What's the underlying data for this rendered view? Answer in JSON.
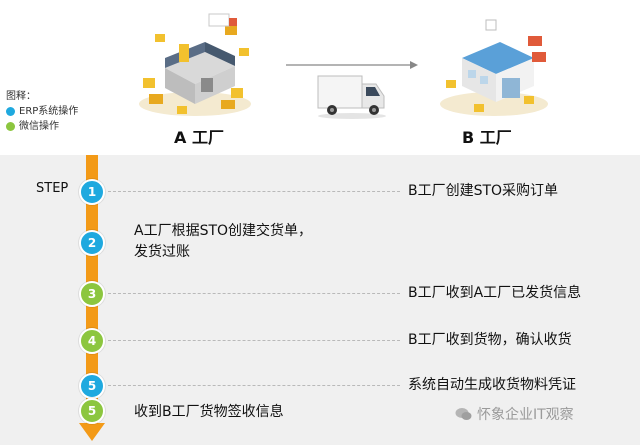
{
  "legend": {
    "title": "图释：",
    "items": [
      {
        "label": "ERP系统操作",
        "color": "#1fa9df"
      },
      {
        "label": "微信操作",
        "color": "#8cc63f"
      }
    ]
  },
  "factories": {
    "a_label": "A 工厂",
    "b_label": "B 工厂"
  },
  "timeline": {
    "step_label": "STEP"
  },
  "steps": [
    {
      "number": "1",
      "text": "B工厂创建STO采购订单",
      "color": "blue"
    },
    {
      "number": "2",
      "text_line1": "A工厂根据STO创建交货单，",
      "text_line2": "发货过账",
      "color": "blue"
    },
    {
      "number": "3",
      "text": "B工厂收到A工厂已发货信息",
      "color": "green"
    },
    {
      "number": "4",
      "text": "B工厂收到货物，确认收货",
      "color": "green"
    },
    {
      "number": "5",
      "text": "系统自动生成收货物料凭证",
      "color": "blue"
    },
    {
      "number": "5",
      "text": "收到B工厂货物签收信息",
      "color": "green"
    }
  ],
  "watermark": {
    "text": "怀象企业IT观察"
  },
  "colors": {
    "timeline": "#f39a17",
    "erp": "#1fa9df",
    "wechat": "#8cc63f"
  }
}
